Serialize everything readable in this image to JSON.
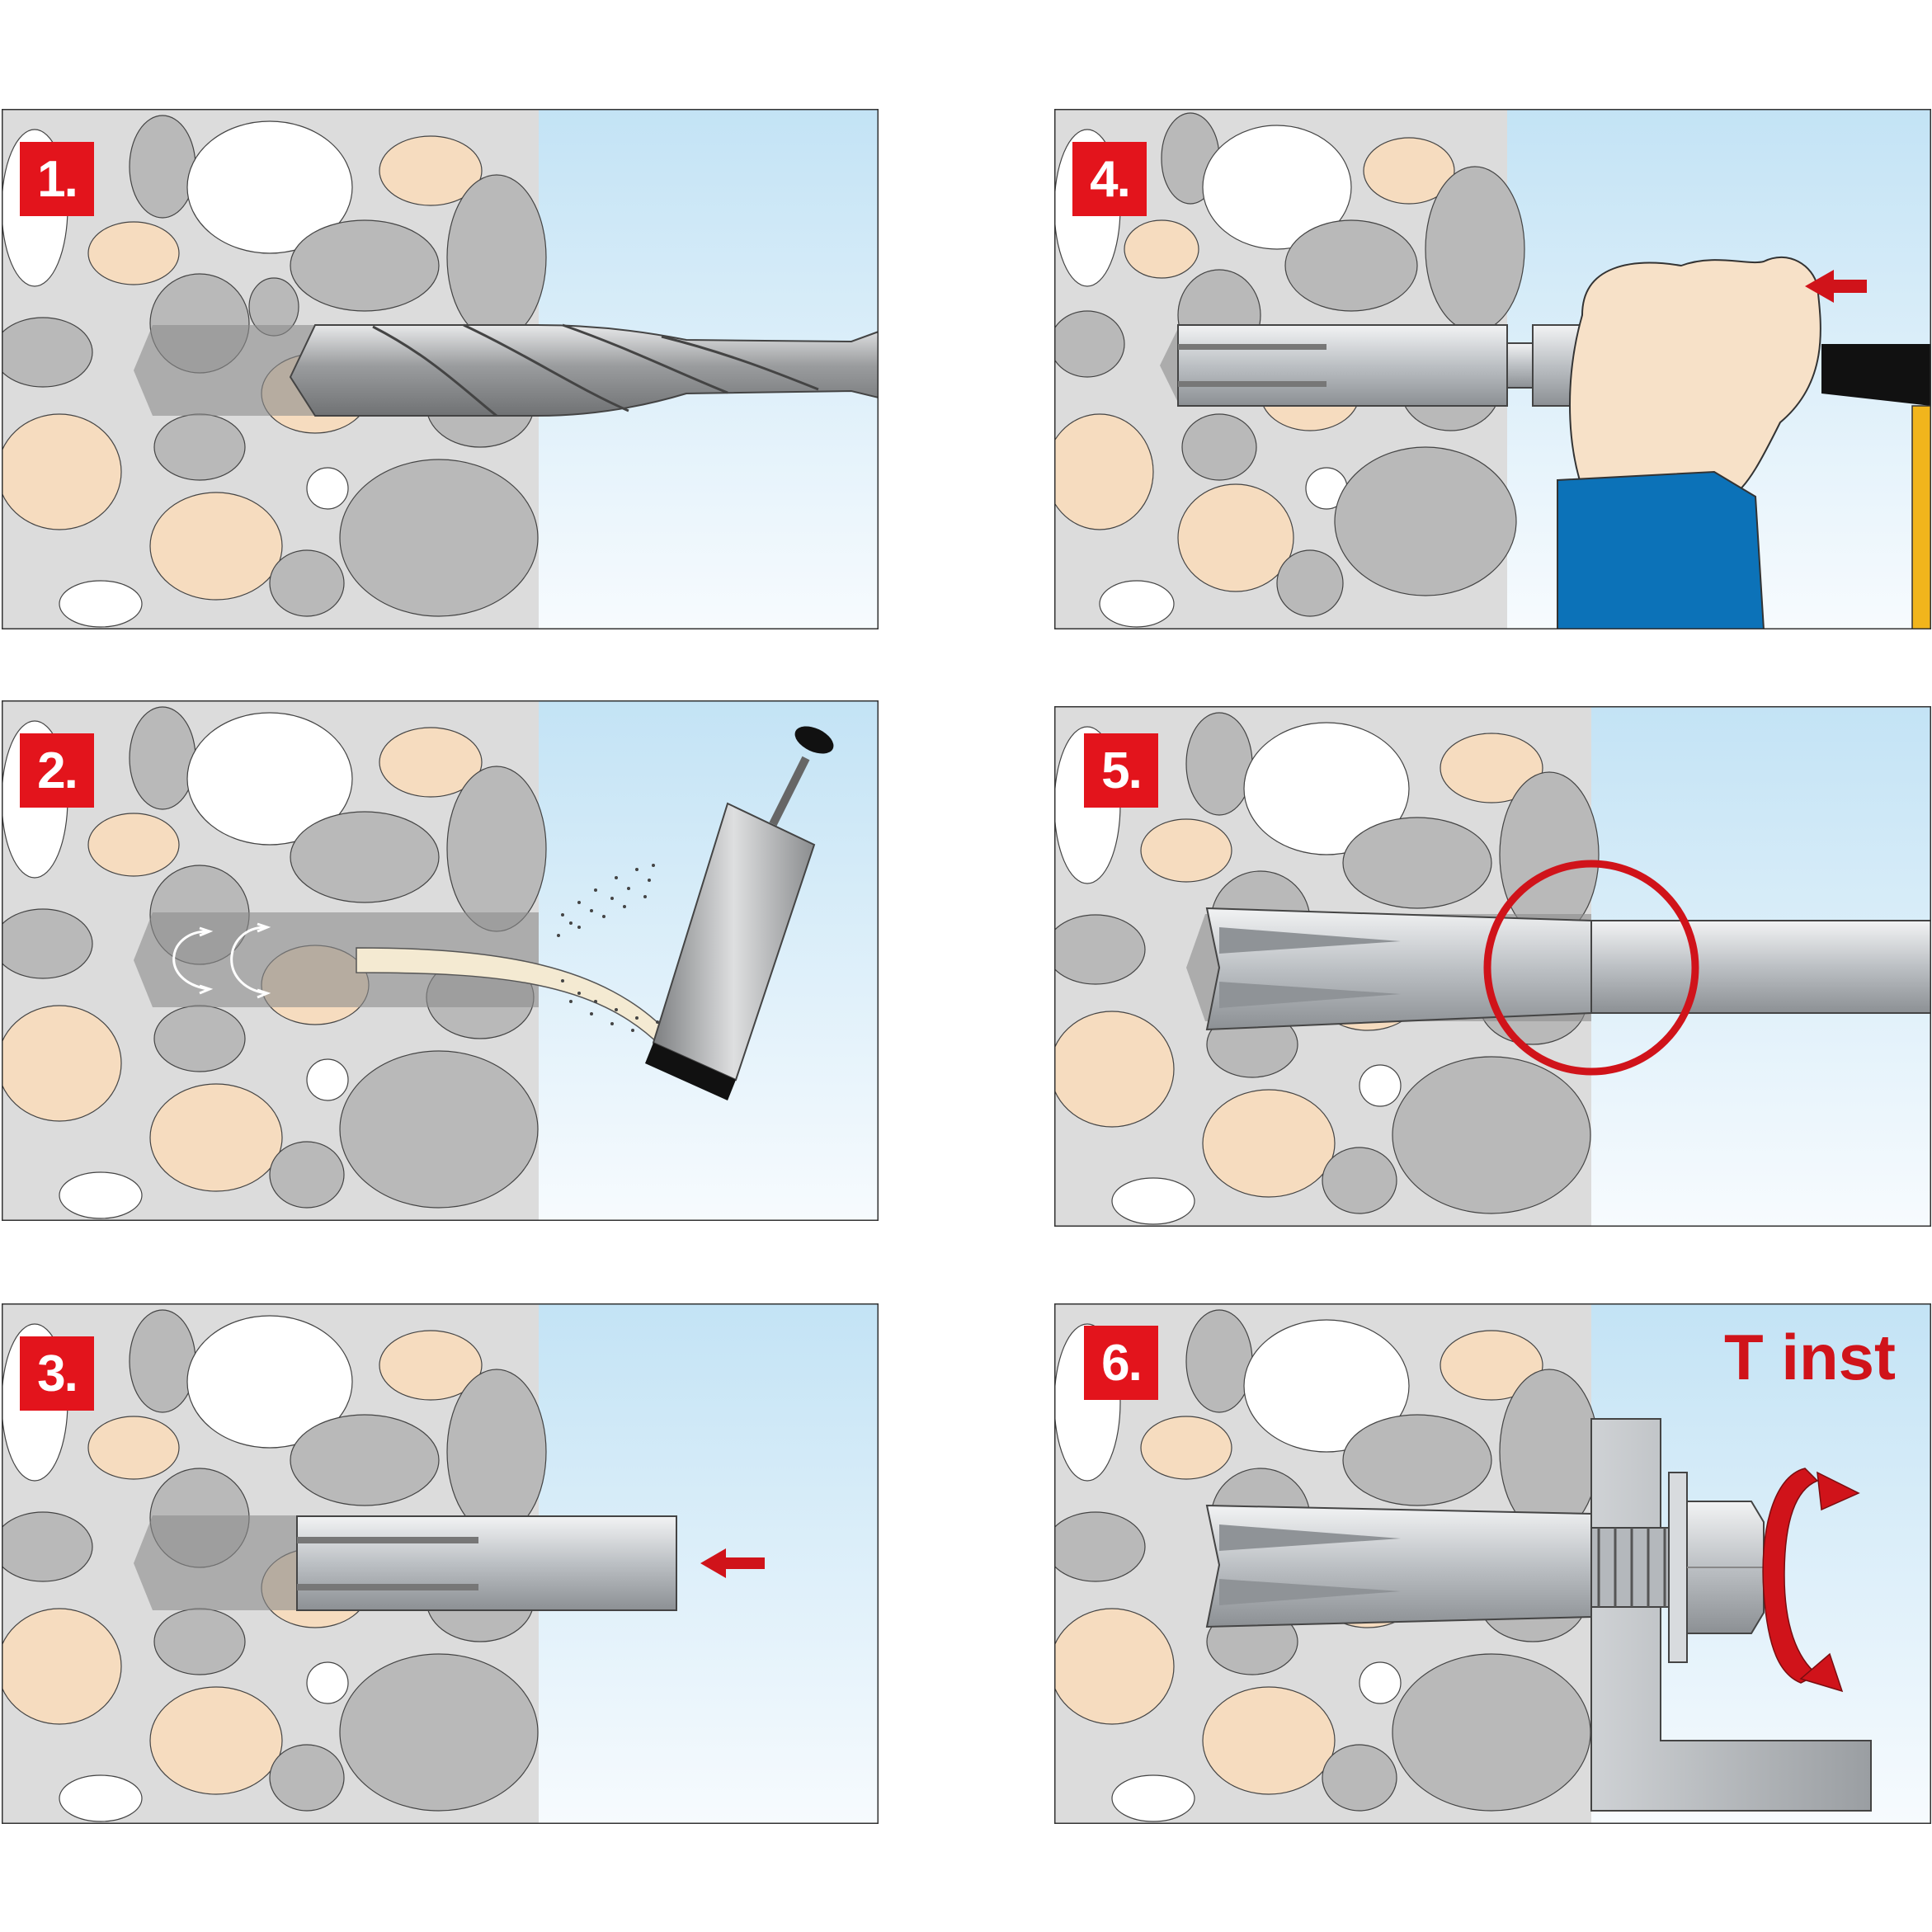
{
  "steps": [
    {
      "label": "1.",
      "scene": "drill"
    },
    {
      "label": "2.",
      "scene": "blowout"
    },
    {
      "label": "3.",
      "scene": "insert"
    },
    {
      "label": "4.",
      "scene": "hammer"
    },
    {
      "label": "5.",
      "scene": "check"
    },
    {
      "label": "6.",
      "scene": "torque"
    }
  ],
  "torque_label": "T inst",
  "colors": {
    "concrete": "#dcdcdc",
    "stone_gray": "#b9b9b9",
    "stone_sand": "#f6dcbf",
    "stone_white": "#ffffff",
    "air_top": "#c3e3f5",
    "air_bottom": "#f7fbfe",
    "badge": "#e3141c",
    "arrow": "#d0131a",
    "steel": "#c9ccd0",
    "sleeve_blue": "#0c72b8",
    "hammer_wood": "#f1b51c"
  },
  "icons": [
    "drill-bit-icon",
    "blow-pump-icon",
    "left-arrow-icon",
    "hand-icon",
    "hammer-icon",
    "check-circle-icon",
    "nut-icon",
    "rotation-arrow-icon"
  ]
}
